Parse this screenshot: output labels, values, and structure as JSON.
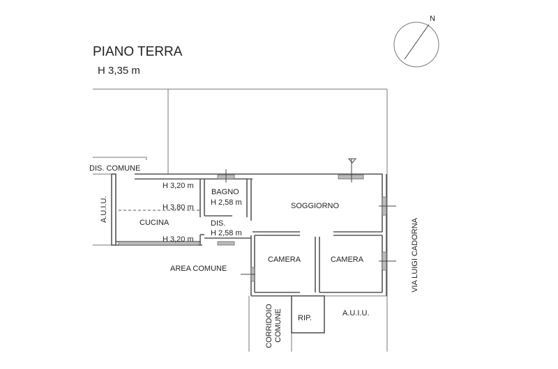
{
  "header": {
    "title": "PIANO TERRA",
    "height": "H 3,35 m"
  },
  "compass": {
    "north_label": "N"
  },
  "rooms": {
    "cucina": "CUCINA",
    "bagno": "BAGNO",
    "bagno_height": "H 2,58 m",
    "dis": "DIS.",
    "dis_height": "H 2,58 m",
    "soggiorno": "SOGGIORNO",
    "camera_1": "CAMERA",
    "camera_2": "CAMERA",
    "rip": "RIP."
  },
  "heights": {
    "h1": "H 3,20 m",
    "h2": "H 3,80 m",
    "h3": "H 3,20 m"
  },
  "surroundings": {
    "dis_comune": "DIS. COMUNE",
    "auiu_left": "A.U.I.U.",
    "auiu_right": "A.U.I.U.",
    "area_comune": "AREA COMUNE",
    "corridoio_1": "CORRIDOIO",
    "corridoio_2": "COMUNE",
    "street": "VIA LUIGI CADORNA"
  }
}
